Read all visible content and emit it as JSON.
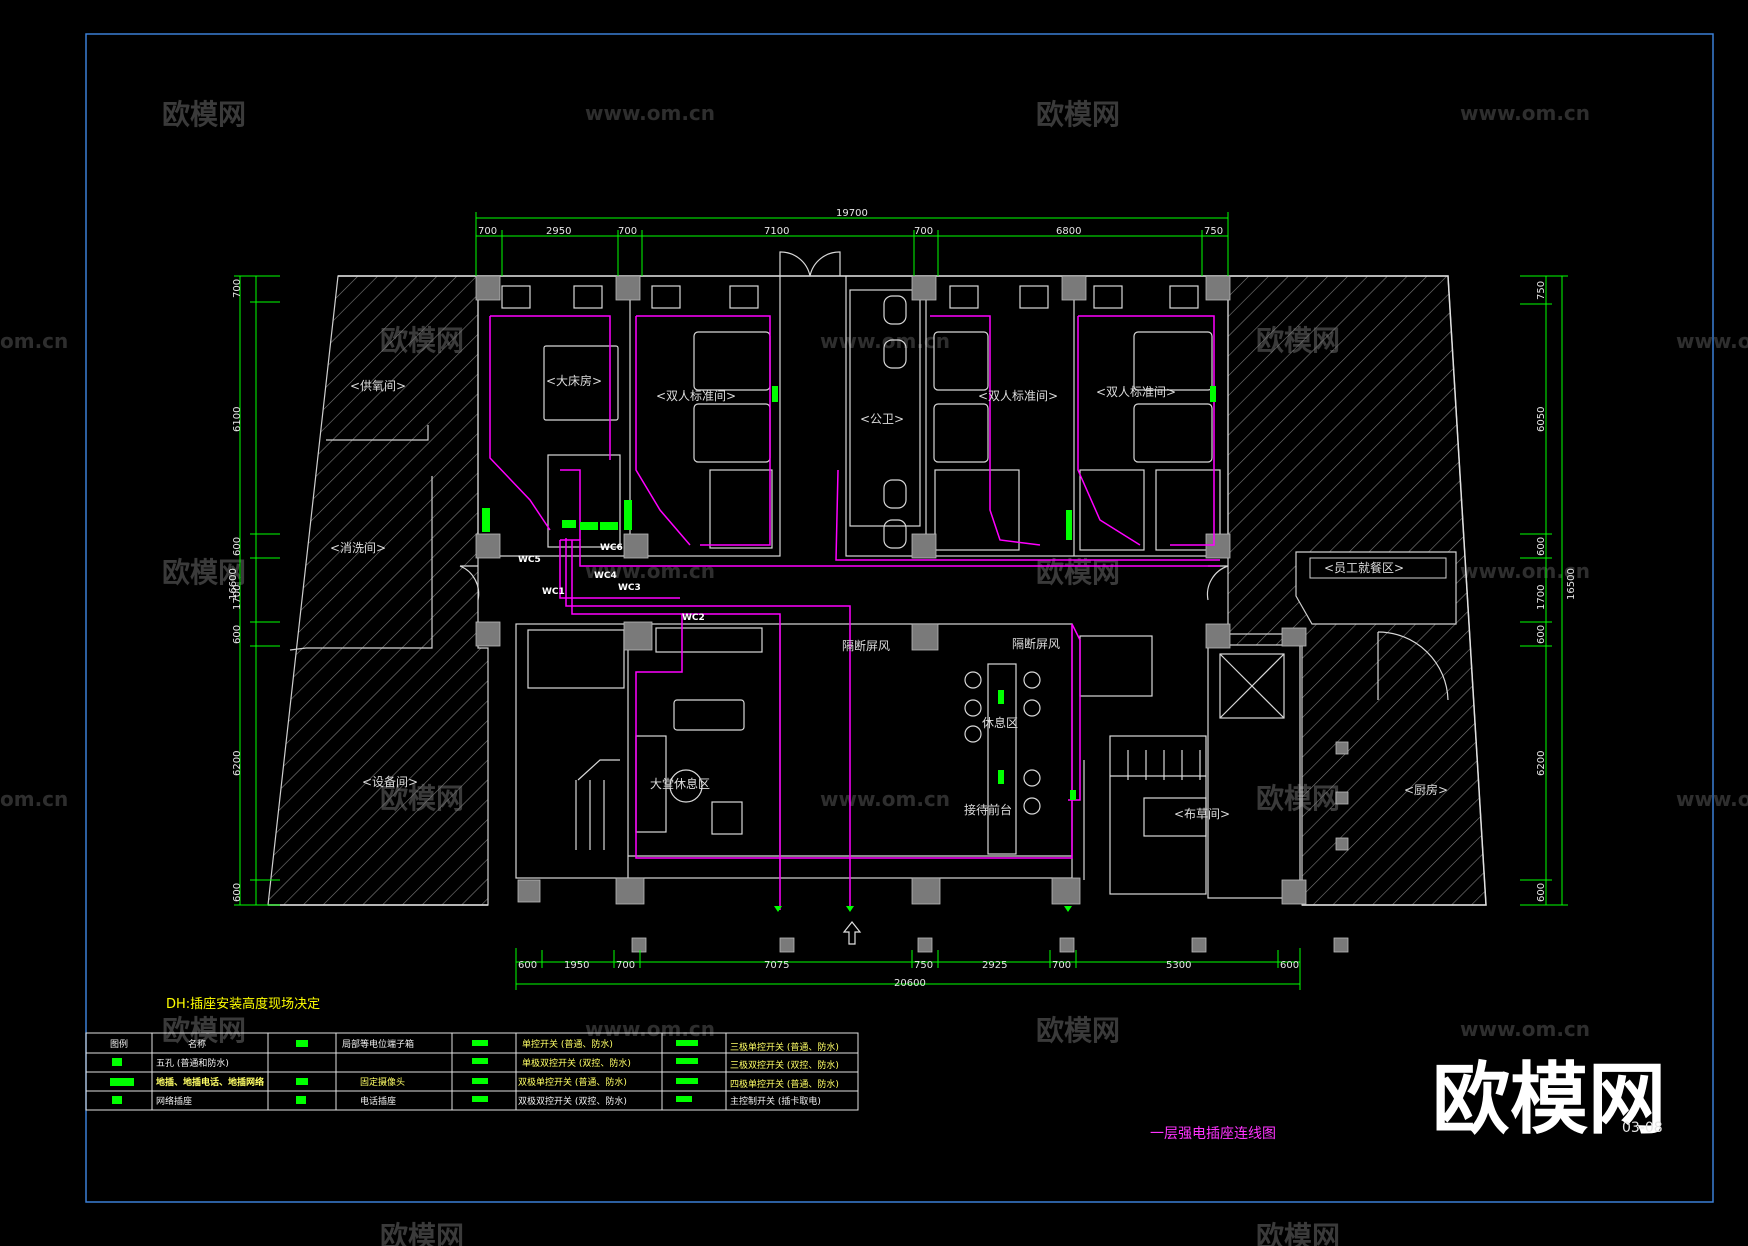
{
  "watermarks": {
    "brand_cn": "欧模网",
    "url": "www.om.cn",
    "url_cut": "om.cn"
  },
  "brand_logo_text": "欧模网",
  "dimensions": {
    "top_total": "19700",
    "top_segments": [
      "700",
      "2950",
      "700",
      "7100",
      "700",
      "6800",
      "750"
    ],
    "bottom_total": "20600",
    "bottom_segments": [
      "600",
      "1950",
      "700",
      "7075",
      "750",
      "2925",
      "700",
      "5300",
      "600"
    ],
    "left_total": "16600",
    "left_segments": [
      "700",
      "6100",
      "600",
      "1700",
      "600",
      "6200",
      "600"
    ],
    "right_total": "16500",
    "right_segments": [
      "750",
      "6050",
      "600",
      "1700",
      "600",
      "6200",
      "600"
    ]
  },
  "rooms": {
    "oxygen": "<供氧间>",
    "wash": "<消洗间>",
    "equipment": "<设备间>",
    "big_bed": "<大床房>",
    "twin1": "<双人标准间>",
    "public_wc": "<公卫>",
    "twin2": "<双人标准间>",
    "twin3": "<双人标准间>",
    "screen1": "隔断屏风",
    "screen2": "隔断屏风",
    "lounge": "大堂休息区",
    "rest_area": "休息区",
    "reception": "接待前台",
    "linen": "<布草间>",
    "kitchen": "<厨房>",
    "staff_area": "<员工就餐区>"
  },
  "circuits": [
    "WC5",
    "WC6",
    "WC1",
    "WC4",
    "WC3",
    "WC2"
  ],
  "note": "DH:插座安装高度现场决定",
  "legend": {
    "headers": [
      "图例",
      "名称"
    ],
    "rows": [
      [
        "五孔 (普通和防水)",
        "局部等电位端子箱",
        "单控开关 (普通、防水)",
        "三极单控开关 (普通、防水)"
      ],
      [
        "",
        "",
        "单极双控开关 (双控、防水)",
        "三极双控开关 (双控、防水)"
      ],
      [
        "地插、地插电话、地插网络",
        "固定摄像头",
        "双极单控开关 (普通、防水)",
        "四极单控开关 (普通、防水)"
      ],
      [
        "网络插座",
        "电话插座",
        "双极双控开关 (双控、防水)",
        "主控制开关 (插卡取电)"
      ]
    ]
  },
  "drawing_title": "一层强电插座连线图",
  "sheet_number": "03-08",
  "colors": {
    "background": "#000000",
    "wiring": "#ff00ff",
    "dimension": "#00ff00",
    "border": "#3a7fd5",
    "note": "#ffff00",
    "hatch": "#8a8a8a",
    "column": "#7a7a7a"
  }
}
